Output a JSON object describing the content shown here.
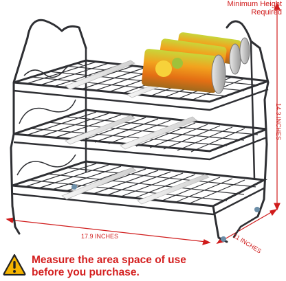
{
  "note": {
    "line1": "Minimum Height",
    "line2": "Required"
  },
  "dimensions": {
    "width": "17.9 INCHES",
    "height": "14.3 INCHES",
    "depth": "11 INCHES"
  },
  "warning": {
    "line1": "Measure the area space of use",
    "line2": "before you purchase.",
    "icon": "warning-triangle-icon"
  },
  "colors": {
    "accent": "#d01c1c",
    "rack": "#2e2f33",
    "divider": "#e8e8e8",
    "warning_fill": "#f5b400"
  }
}
